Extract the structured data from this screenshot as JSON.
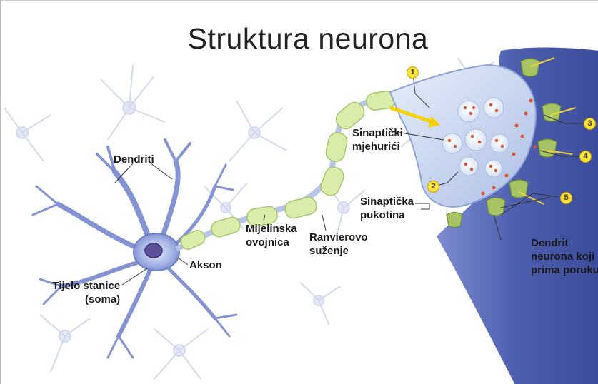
{
  "title": "Struktura neurona",
  "labels": {
    "dendriti": "Dendriti",
    "akson": "Akson",
    "tijelo": [
      "Tijelo stanice",
      "(soma)"
    ],
    "mijelinska": [
      "Mijelinska",
      "ovojnica"
    ],
    "ranvierovo": [
      "Ranvierovo",
      "suženje"
    ],
    "mjehurici": [
      "Sinaptički",
      "mjehurići"
    ],
    "pukotina": [
      "Sinaptička",
      "pukotina"
    ],
    "dendrit_primatelj": [
      "Dendrit",
      "neurona koji",
      "prima poruku"
    ]
  },
  "markers": [
    "1",
    "2",
    "3",
    "4",
    "5"
  ],
  "colors": {
    "neuron": "#b9c6ec",
    "neuron_dark": "#6f81c4",
    "myelin": "#d9ecaa",
    "myelin_edge": "#a9c66f",
    "terminal": "#cfe0f4",
    "receiving_dendrite": "#4f5fb0",
    "receptor": "#a6c463",
    "vesicle_dot": "#e0532e",
    "marker": "#ffe23a"
  }
}
